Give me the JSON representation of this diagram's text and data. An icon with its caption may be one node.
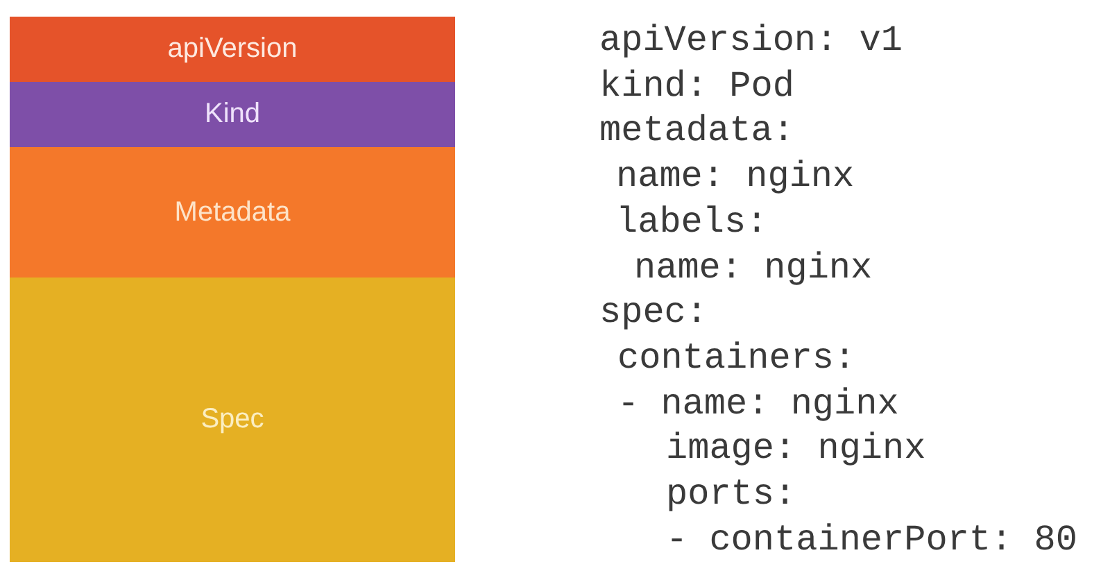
{
  "diagram": {
    "nodes": [
      {
        "text": [
          "apiVersion"
        ]
      },
      {
        "text": [
          "Kind"
        ]
      },
      {
        "text": [
          "Metadata"
        ]
      },
      {
        "text": [
          "Spec"
        ]
      }
    ],
    "labels": [
      "apiVersion: v1",
      "kind: Pod",
      "metadata:",
      "name: nginx",
      "labels:",
      "name: nginx",
      "spec:",
      "containers:",
      "- name: nginx",
      "image: nginx",
      "ports:",
      "- containerPort: 80"
    ]
  }
}
